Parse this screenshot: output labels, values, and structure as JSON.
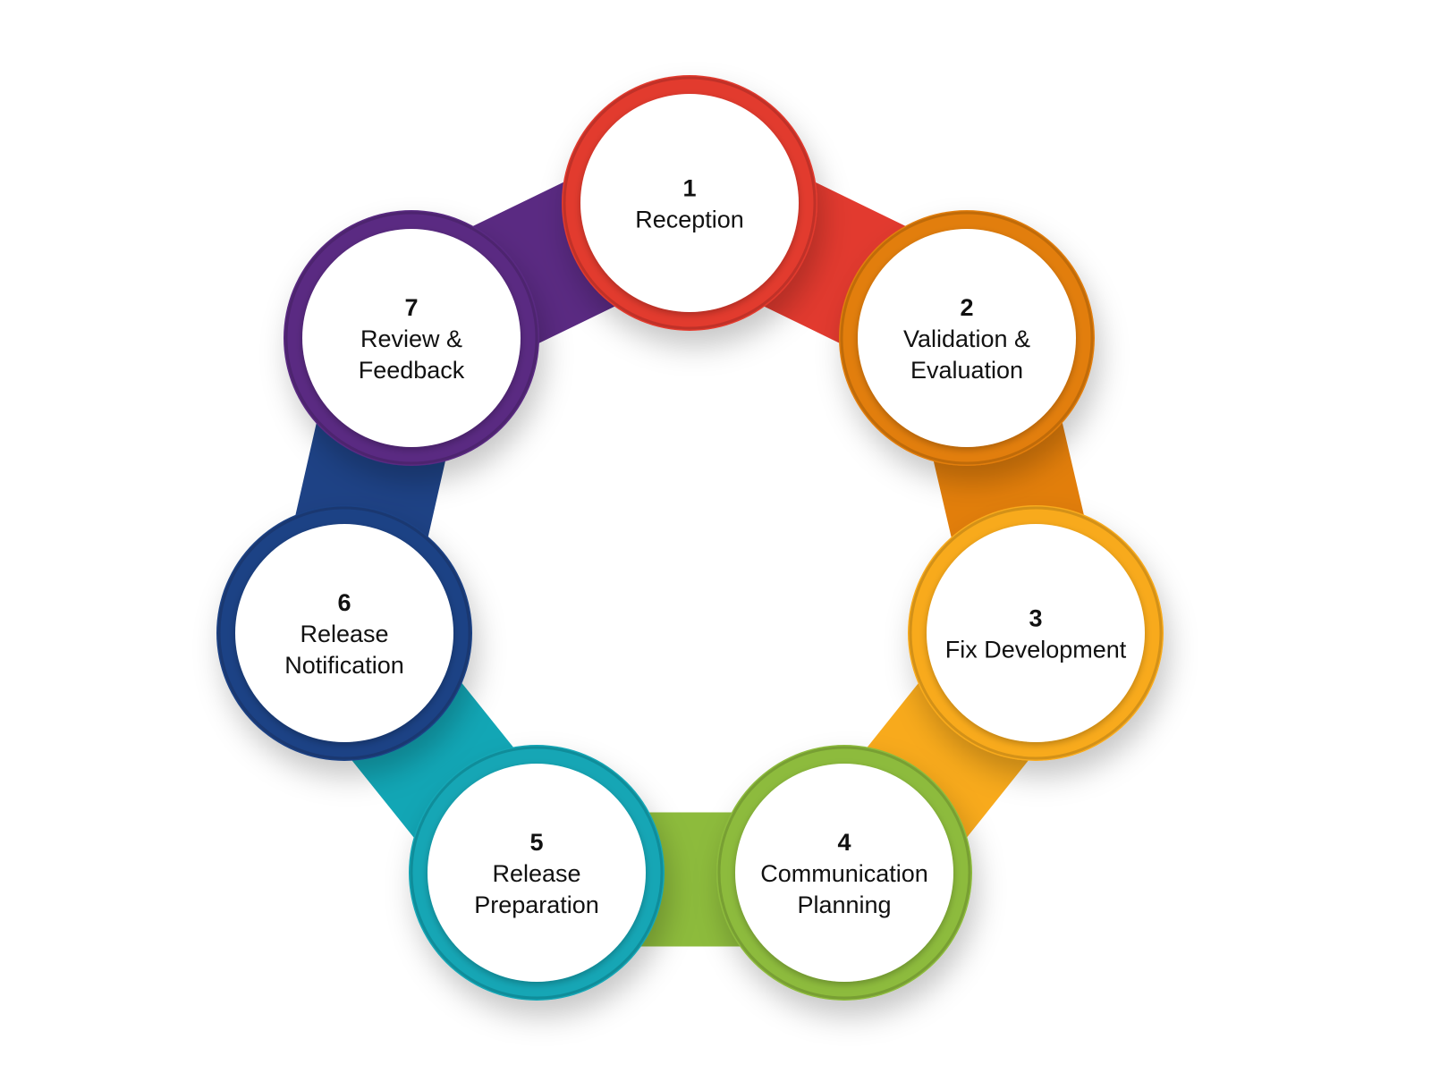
{
  "steps": [
    {
      "number": "1",
      "label": [
        "Reception"
      ],
      "color": "#E23A2F"
    },
    {
      "number": "2",
      "label": [
        "Validation &",
        "Evaluation"
      ],
      "color": "#E27E0B"
    },
    {
      "number": "3",
      "label": [
        "Fix Development"
      ],
      "color": "#F8AA1C"
    },
    {
      "number": "4",
      "label": [
        "Communication",
        "Planning"
      ],
      "color": "#8DBB3C"
    },
    {
      "number": "5",
      "label": [
        "Release",
        "Preparation"
      ],
      "color": "#12A6B5"
    },
    {
      "number": "6",
      "label": [
        "Release",
        "Notification"
      ],
      "color": "#1E4285"
    },
    {
      "number": "7",
      "label": [
        "Review &",
        "Feedback"
      ],
      "color": "#5A2A82"
    }
  ]
}
